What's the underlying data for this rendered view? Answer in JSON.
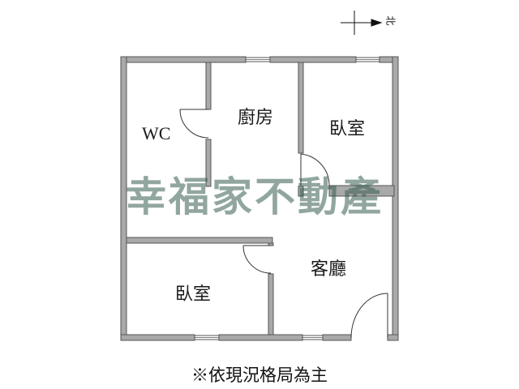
{
  "rooms": {
    "wc": "WC",
    "kitchen": "廚房",
    "bedroom_top": "臥室",
    "bedroom_bottom": "臥室",
    "living": "客廳"
  },
  "compass": {
    "label": "北"
  },
  "watermark": "幸福家不動產",
  "note": "※依現況格局為主",
  "colors": {
    "wall": "#a9a9a9",
    "wall_outline": "#555555",
    "watermark": "#375c50"
  }
}
